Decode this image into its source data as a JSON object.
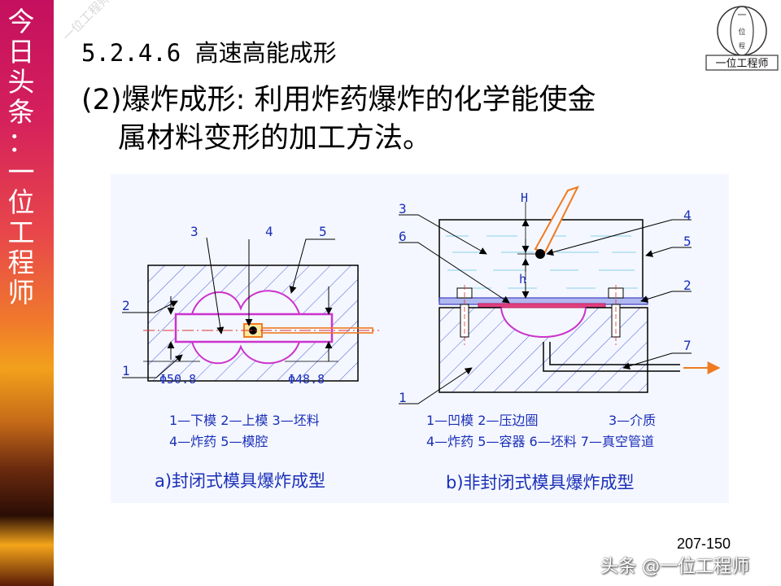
{
  "sidebar": {
    "chars": [
      "今",
      "日",
      "头",
      "条",
      "：",
      "一",
      "位",
      "工",
      "程",
      "师"
    ]
  },
  "watermark": "一位工程师",
  "section_title": "5.2.4.6 高速高能成形",
  "paragraph": {
    "line1": "(2)爆炸成形: 利用炸药爆炸的化学能使金",
    "line2": "属材料变形的加工方法。"
  },
  "logo": {
    "text": "一位工程师",
    "top_char": "一",
    "mid_char": "位",
    "bottom_char": "程"
  },
  "figure": {
    "a": {
      "callouts": {
        "c1": "1",
        "c2": "2",
        "c3": "3",
        "c4": "4",
        "c5": "5"
      },
      "dims": {
        "d1": "Φ50.8",
        "d2": "Φ48.8"
      },
      "legend": {
        "line1": "1—下模 2—上模 3—坯料",
        "line2": "4—炸药 5—模腔"
      },
      "caption": "a)封闭式模具爆炸成型"
    },
    "b": {
      "callouts": {
        "c1": "1",
        "c2": "2",
        "c3": "3",
        "c4": "4",
        "c5": "5",
        "c6": "6",
        "c7": "7",
        "H": "H",
        "h": "h"
      },
      "legend": {
        "line1": "1—凹模 2—压边圈",
        "line1b": "3—介质",
        "line2": "4—炸药 5—容器 6—坯料 7—真空管道"
      },
      "caption": "b)非封闭式模具爆炸成型"
    },
    "colors": {
      "bg": "#f4f7ff",
      "label": "#1a2fb8",
      "part": "#cc33cc",
      "axis": "#e03030",
      "arrow": "#f07a20"
    }
  },
  "page_number": "207-150",
  "credit": "头条 @一位工程师"
}
